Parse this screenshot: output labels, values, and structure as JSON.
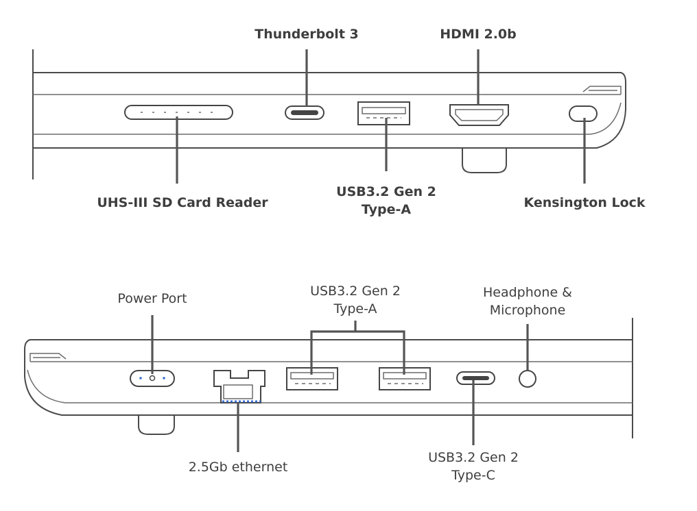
{
  "side_a": {
    "labels": {
      "thunderbolt": "Thunderbolt 3",
      "hdmi": "HDMI 2.0b",
      "sd_reader": "UHS-III SD Card Reader",
      "usb_a_line1": "USB3.2 Gen 2",
      "usb_a_line2": "Type-A",
      "kensington": "Kensington Lock"
    }
  },
  "side_b": {
    "labels": {
      "power": "Power Port",
      "usb_a_line1": "USB3.2 Gen 2",
      "usb_a_line2": "Type-A",
      "audio_line1": "Headphone &",
      "audio_line2": "Microphone",
      "ethernet": "2.5Gb ethernet",
      "usb_c_line1": "USB3.2 Gen 2",
      "usb_c_line2": "Type-C"
    }
  },
  "colors": {
    "line": "#4a4a4a",
    "text": "#3e3e3e",
    "ethernet_pins": "#3a6fd0",
    "background": "#ffffff"
  }
}
